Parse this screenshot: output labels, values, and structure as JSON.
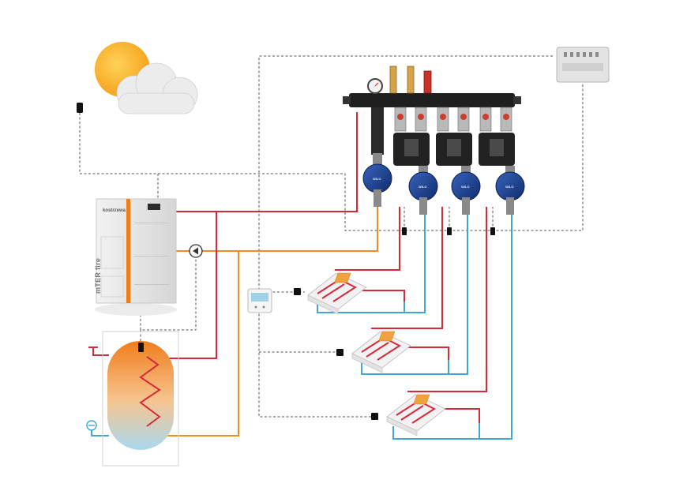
{
  "boiler": {
    "brand": "kostrzewa",
    "model": "mTER fire"
  },
  "pumps": {
    "label": "WILO"
  },
  "colors": {
    "supply": "#d42a3a",
    "return": "#3fa6d6",
    "boiler_loop": "#ee8c2a",
    "control_wire": "#555555",
    "sun": "#f6a81a",
    "manifold": "#1f1f1f",
    "pump_body": "#1d3f8a"
  },
  "icons": [
    "sun-cloud-icon",
    "outdoor-sensor-icon",
    "pellet-boiler-icon",
    "circulation-pump-icon",
    "hot-water-tank-icon",
    "manifold-icon",
    "controller-module-icon",
    "room-thermostat-icon",
    "underfloor-heating-zone-icon"
  ]
}
